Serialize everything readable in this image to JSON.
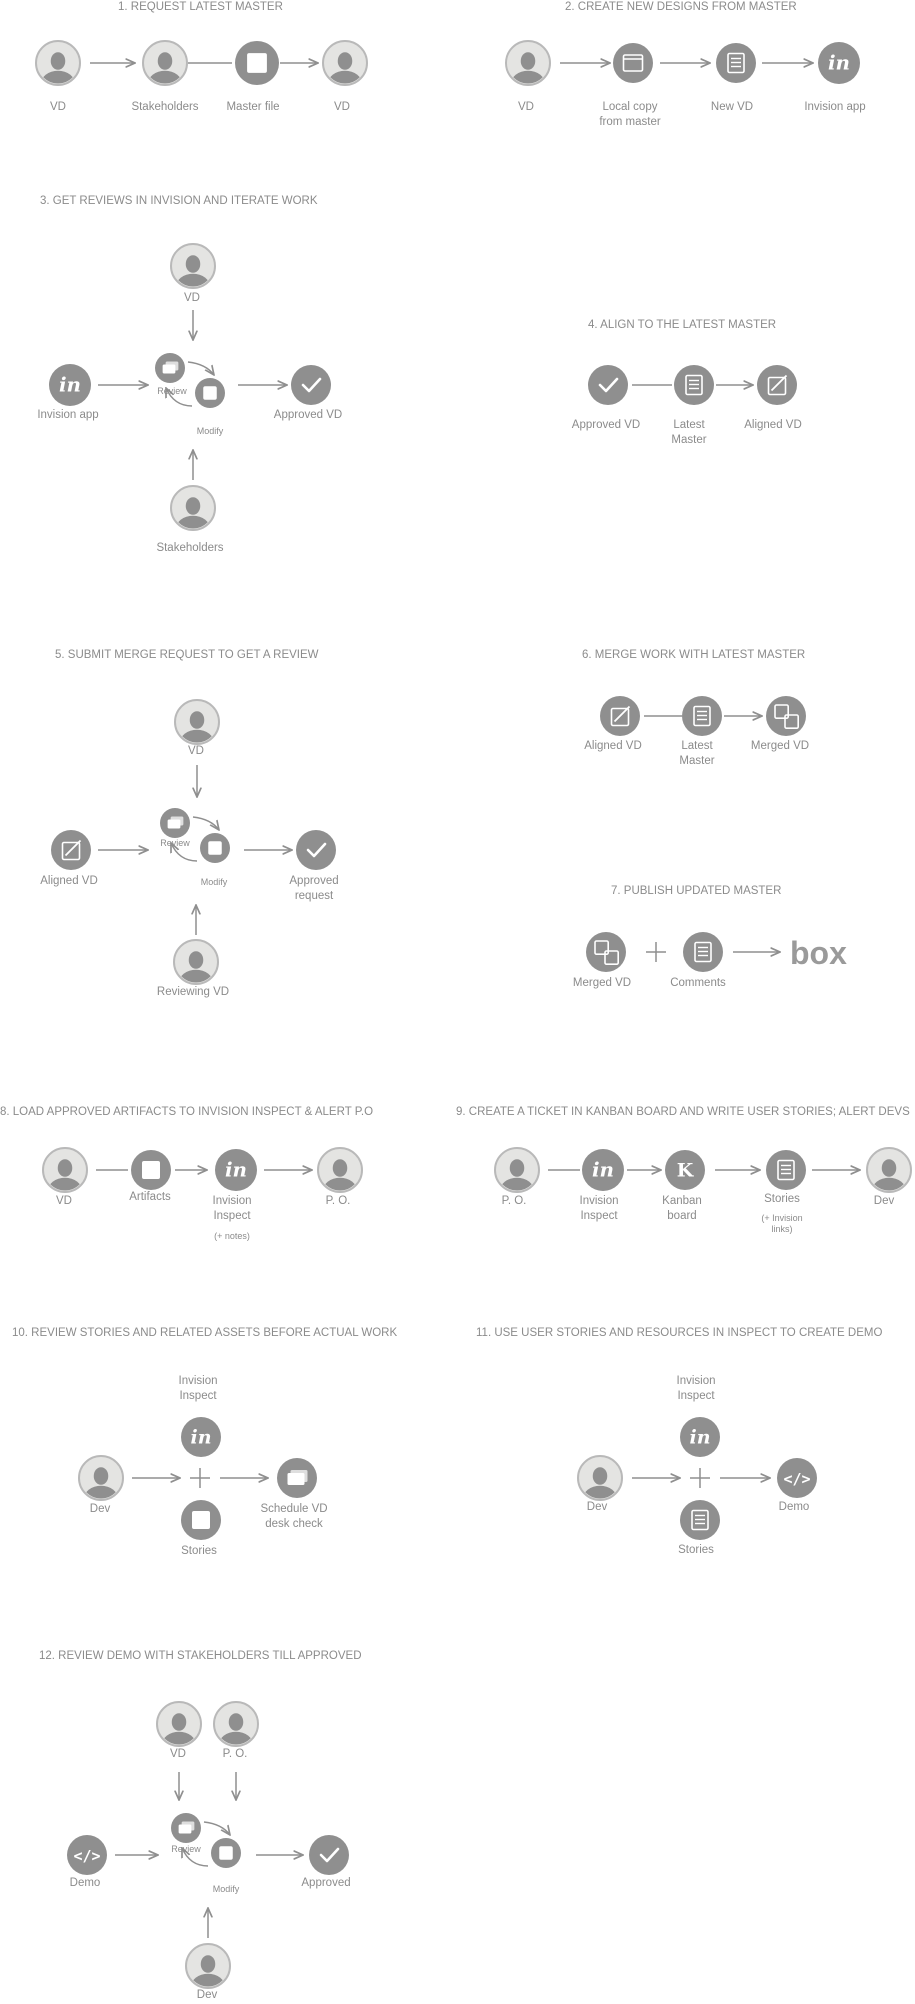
{
  "colors": {
    "node": "#8f8f8f",
    "avatar_ring": "#b9b9b9",
    "avatar_bg": "#e4e4e2",
    "text": "#8b8b8b",
    "arrow": "#8f8f8f"
  },
  "sections": {
    "s1": {
      "title": "1. REQUEST LATEST MASTER",
      "vd_a": "VD",
      "stakeholders": "Stakeholders",
      "master_file": "Master file",
      "vd_b": "VD"
    },
    "s2": {
      "title": "2. CREATE NEW DESIGNS FROM MASTER",
      "vd": "VD",
      "local_copy": "Local copy\nfrom master",
      "new_vd": "New VD",
      "invision": "Invision app",
      "invision_logo": "in"
    },
    "s3": {
      "title": "3. GET REVIEWS IN INVISION AND ITERATE WORK",
      "vd": "VD",
      "invision": "Invision app",
      "invision_logo": "in",
      "review": "Review",
      "modify": "Modify",
      "approved": "Approved VD",
      "stakeholders": "Stakeholders"
    },
    "s4": {
      "title": "4. ALIGN TO THE LATEST MASTER",
      "approved": "Approved VD",
      "latest": "Latest\nMaster",
      "aligned": "Aligned VD"
    },
    "s5": {
      "title": "5. SUBMIT MERGE REQUEST TO GET A REVIEW",
      "vd": "VD",
      "aligned": "Aligned VD",
      "review": "Review",
      "modify": "Modify",
      "approved": "Approved\nrequest",
      "reviewing": "Reviewing VD"
    },
    "s6": {
      "title": "6. MERGE WORK WITH LATEST MASTER",
      "aligned": "Aligned VD",
      "latest": "Latest\nMaster",
      "merged": "Merged VD"
    },
    "s7": {
      "title": "7. PUBLISH UPDATED MASTER",
      "merged": "Merged VD",
      "comments": "Comments",
      "box_logo": "box"
    },
    "s8": {
      "title": "8. LOAD APPROVED ARTIFACTS TO INVISION INSPECT & ALERT P.O",
      "vd": "VD",
      "artifacts": "Artifacts",
      "inspect": "Invision\nInspect",
      "notes": "(+ notes)",
      "po": "P. O.",
      "invision_logo": "in"
    },
    "s9": {
      "title": "9. CREATE A TICKET IN KANBAN BOARD AND WRITE USER STORIES; ALERT DEVS",
      "po": "P. O.",
      "inspect": "Invision\nInspect",
      "kanban": "Kanban\nboard",
      "kanban_logo": "K",
      "stories": "Stories",
      "links": "(+ Invision\nlinks)",
      "dev": "Dev",
      "invision_logo": "in"
    },
    "s10": {
      "title": "10. REVIEW STORIES AND RELATED ASSETS BEFORE ACTUAL WORK",
      "inspect": "Invision\nInspect",
      "dev": "Dev",
      "stories": "Stories",
      "schedule": "Schedule VD\ndesk check",
      "invision_logo": "in"
    },
    "s11": {
      "title": "11. USE USER STORIES AND RESOURCES IN INSPECT TO CREATE DEMO",
      "inspect": "Invision\nInspect",
      "dev": "Dev",
      "stories": "Stories",
      "demo": "Demo",
      "invision_logo": "in"
    },
    "s12": {
      "title": "12. REVIEW DEMO WITH STAKEHOLDERS TILL APPROVED",
      "vd": "VD",
      "po": "P. O.",
      "demo": "Demo",
      "review": "Review",
      "modify": "Modify",
      "approved": "Approved",
      "dev": "Dev"
    }
  }
}
